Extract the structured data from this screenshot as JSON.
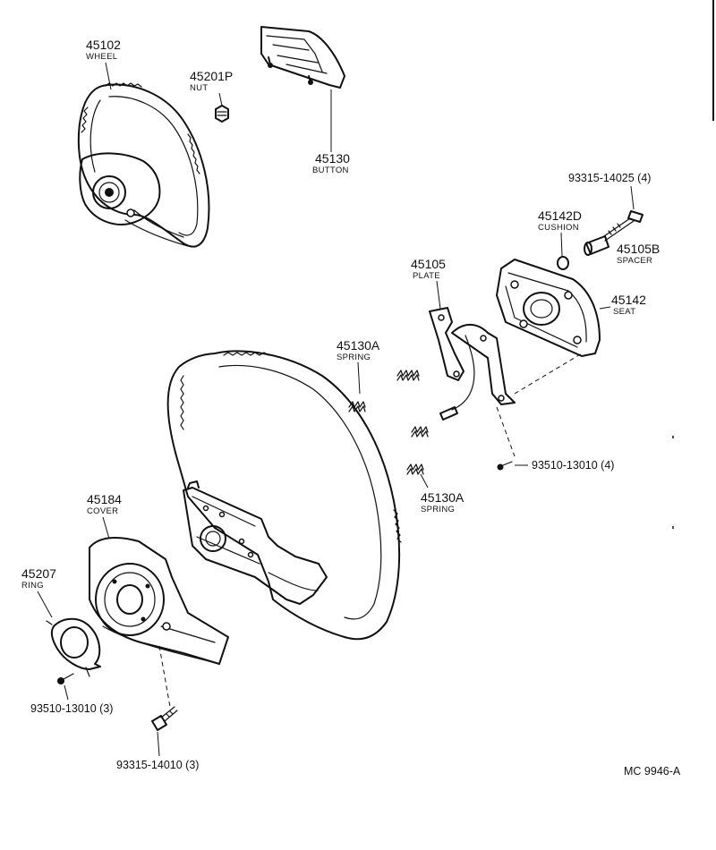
{
  "parts": {
    "wheel_top": {
      "number": "45102",
      "name": "WHEEL"
    },
    "nut": {
      "number": "45201P",
      "name": "NUT"
    },
    "button": {
      "number": "45130",
      "name": "BUTTON"
    },
    "bolt_top": {
      "ref": "93315-14025 (4)"
    },
    "cushion": {
      "number": "45142D",
      "name": "CUSHION"
    },
    "spacer": {
      "number": "45105B",
      "name": "SPACER"
    },
    "plate": {
      "number": "45105",
      "name": "PLATE"
    },
    "seat": {
      "number": "45142",
      "name": "SEAT"
    },
    "spring_upper": {
      "number": "45130A",
      "name": "SPRING"
    },
    "spring_lower": {
      "number": "45130A",
      "name": "SPRING"
    },
    "screw_right": {
      "ref": "93510-13010 (4)"
    },
    "cover": {
      "number": "45184",
      "name": "COVER"
    },
    "ring": {
      "number": "45207",
      "name": "RING"
    },
    "screw_left": {
      "ref": "93510-13010 (3)"
    },
    "bolt_bottom": {
      "ref": "93315-14010 (3)"
    }
  },
  "drawing_code": "MC 9946-A"
}
